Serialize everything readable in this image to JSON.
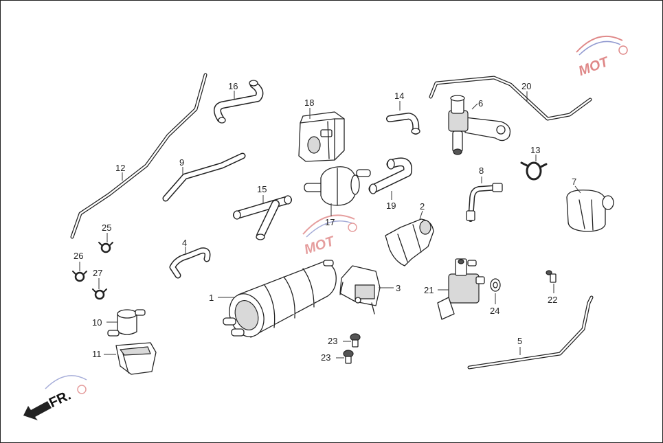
{
  "labels": {
    "p1": "1",
    "p2": "2",
    "p3": "3",
    "p4": "4",
    "p5": "5",
    "p6": "6",
    "p7": "7",
    "p8": "8",
    "p9": "9",
    "p10": "10",
    "p11": "11",
    "p12": "12",
    "p13": "13",
    "p14": "14",
    "p15": "15",
    "p16": "16",
    "p17": "17",
    "p18": "18",
    "p19": "19",
    "p20": "20",
    "p21": "21",
    "p22": "22",
    "p23a": "23",
    "p23b": "23",
    "p24": "24",
    "p25": "25",
    "p26": "26",
    "p27": "27"
  },
  "front_marker": "FR.",
  "watermark": {
    "brand": "MOT",
    "color_red": "#c62828",
    "color_blue": "#3949ab"
  },
  "icons": [
    "front-arrow-icon",
    "watermark-logo-icon"
  ]
}
